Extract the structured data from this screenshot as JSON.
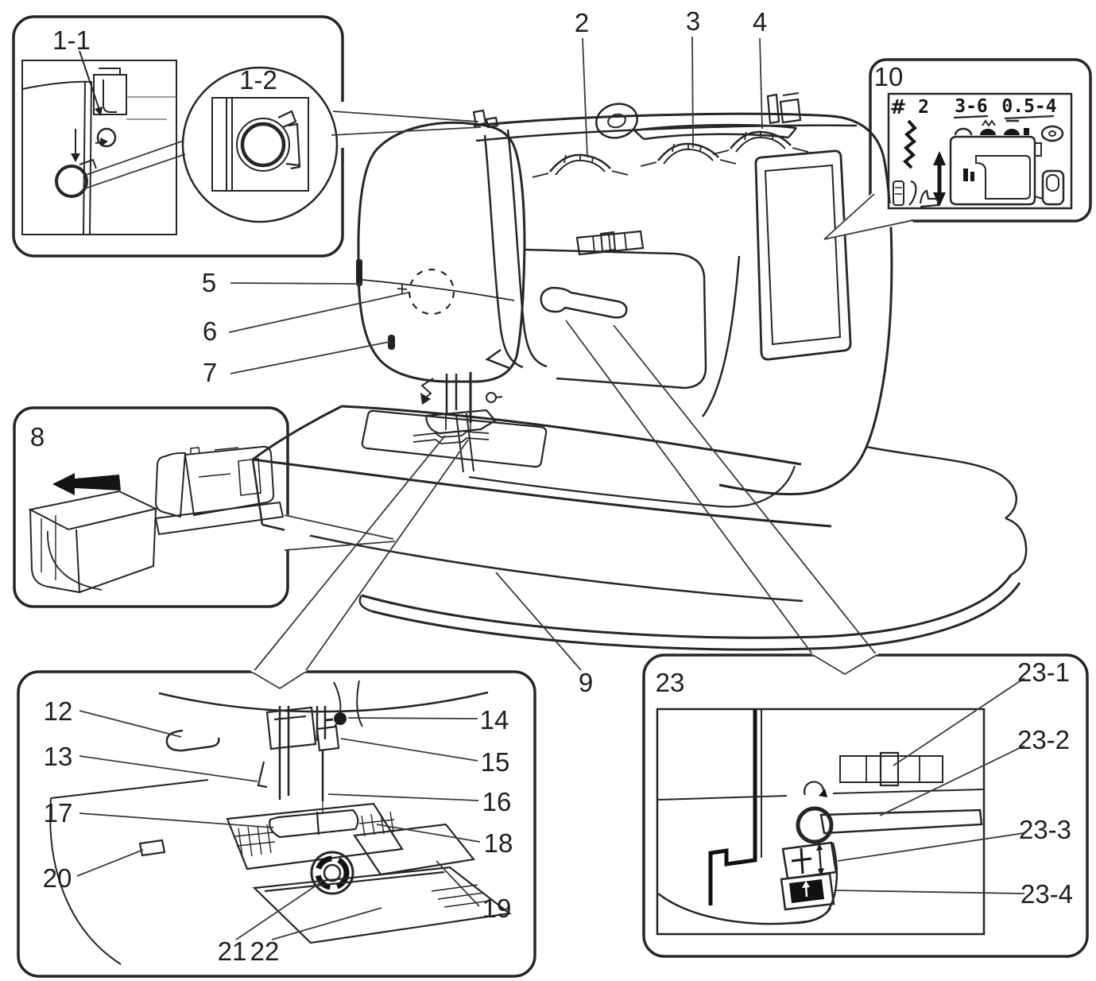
{
  "figure": {
    "type": "sewing-machine-parts-diagram",
    "ink_color": "#262626",
    "paper_color": "#ffffff"
  },
  "callouts": {
    "c1_1": "1-1",
    "c1_2": "1-2",
    "c2": "2",
    "c3": "3",
    "c4": "4",
    "c5": "5",
    "c6": "6",
    "c7": "7",
    "c8": "8",
    "c9": "9",
    "c10": "10",
    "c12": "12",
    "c13": "13",
    "c14": "14",
    "c15": "15",
    "c16": "16",
    "c17": "17",
    "c18": "18",
    "c19": "19",
    "c20": "20",
    "c21": "21",
    "c22": "22",
    "c23": "23",
    "c23_1": "23-1",
    "c23_2": "23-2",
    "c23_3": "23-3",
    "c23_4": "23-4"
  },
  "lcd": {
    "pattern_hash": "#",
    "pattern_number": "2",
    "stitch_width_range": "3-6",
    "stitch_length_range": "0.5-4"
  }
}
